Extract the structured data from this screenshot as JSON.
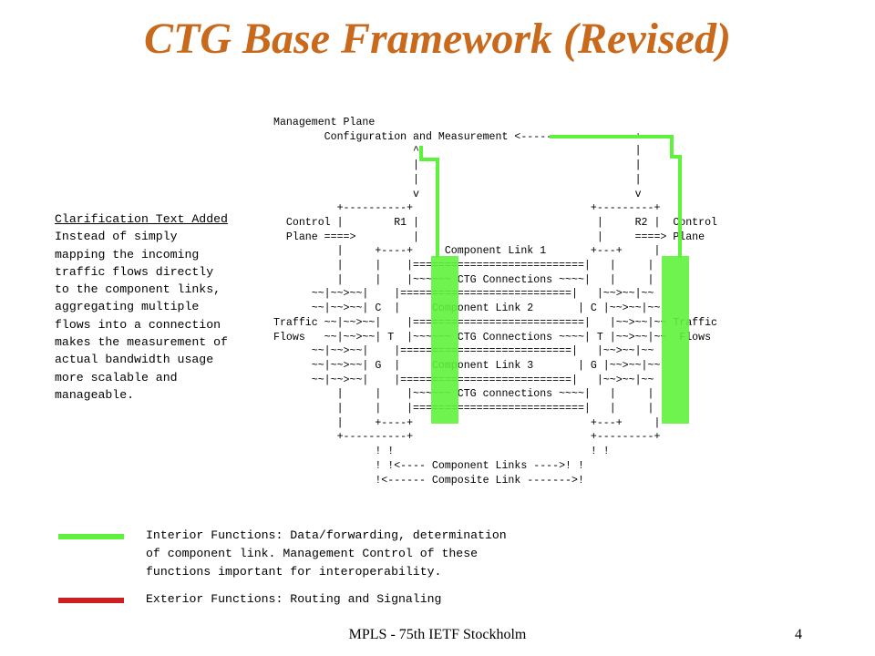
{
  "title": "CTG Base Framework (Revised)",
  "diagram": {
    "text": "Management Plane\n        Configuration and Measurement <------------------+\n                      ^                                  |\n                      |                                  |\n                      |                                  |\n                      v                                  v\n          +----------+                            +---------+\n  Control |        R1 |                            |     R2 |  Control\n  Plane ====>         |                            |     ====> Plane\n          |     +----+     Component Link 1       +---+     |\n          |     |    |===========================|   |     |\n          |     |    |~~~~~~ CTG Connections ~~~~|   |     |\n      ~~|~~>~~|    |===========================|   |~~>~~|~~\n      ~~|~~>~~| C  |     Component Link 2       | C |~~>~~|~~\nTraffic ~~|~~>~~|    |===========================|   |~~>~~|~~ Traffic\nFlows   ~~|~~>~~| T  |~~~~~~ CTG Connections ~~~~| T |~~>~~|~~  Flows\n      ~~|~~>~~|    |===========================|   |~~>~~|~~\n      ~~|~~>~~| G  |     Component Link 3       | G |~~>~~|~~\n      ~~|~~>~~|    |===========================|   |~~>~~|~~\n          |     |    |~~~~~~ CTG connections ~~~~|   |     |\n          |     |    |===========================|   |     |\n          |     +----+                            +---+     |\n          +----------+                            +---------+\n                ! !                               ! !\n                ! !<---- Component Links ---->! !\n                !<------ Composite Link ------->!"
  },
  "note": {
    "heading": "Clarification Text Added",
    "body": "Instead of simply\nmapping the incoming\ntraffic flows directly\nto the component links,\naggregating multiple\nflows into a connection\nmakes the measurement of\nactual bandwidth usage\nmore scalable and\nmanageable."
  },
  "legend": {
    "interior": {
      "color": "#5ef23c",
      "text": "Interior Functions: Data/forwarding, determination\nof component link. Management Control of these\nfunctions important for interoperability."
    },
    "exterior": {
      "color": "#cc1f1f",
      "text": "Exterior Functions: Routing and Signaling"
    }
  },
  "footer": "MPLS - 75th IETF Stockholm",
  "page_number": "4"
}
